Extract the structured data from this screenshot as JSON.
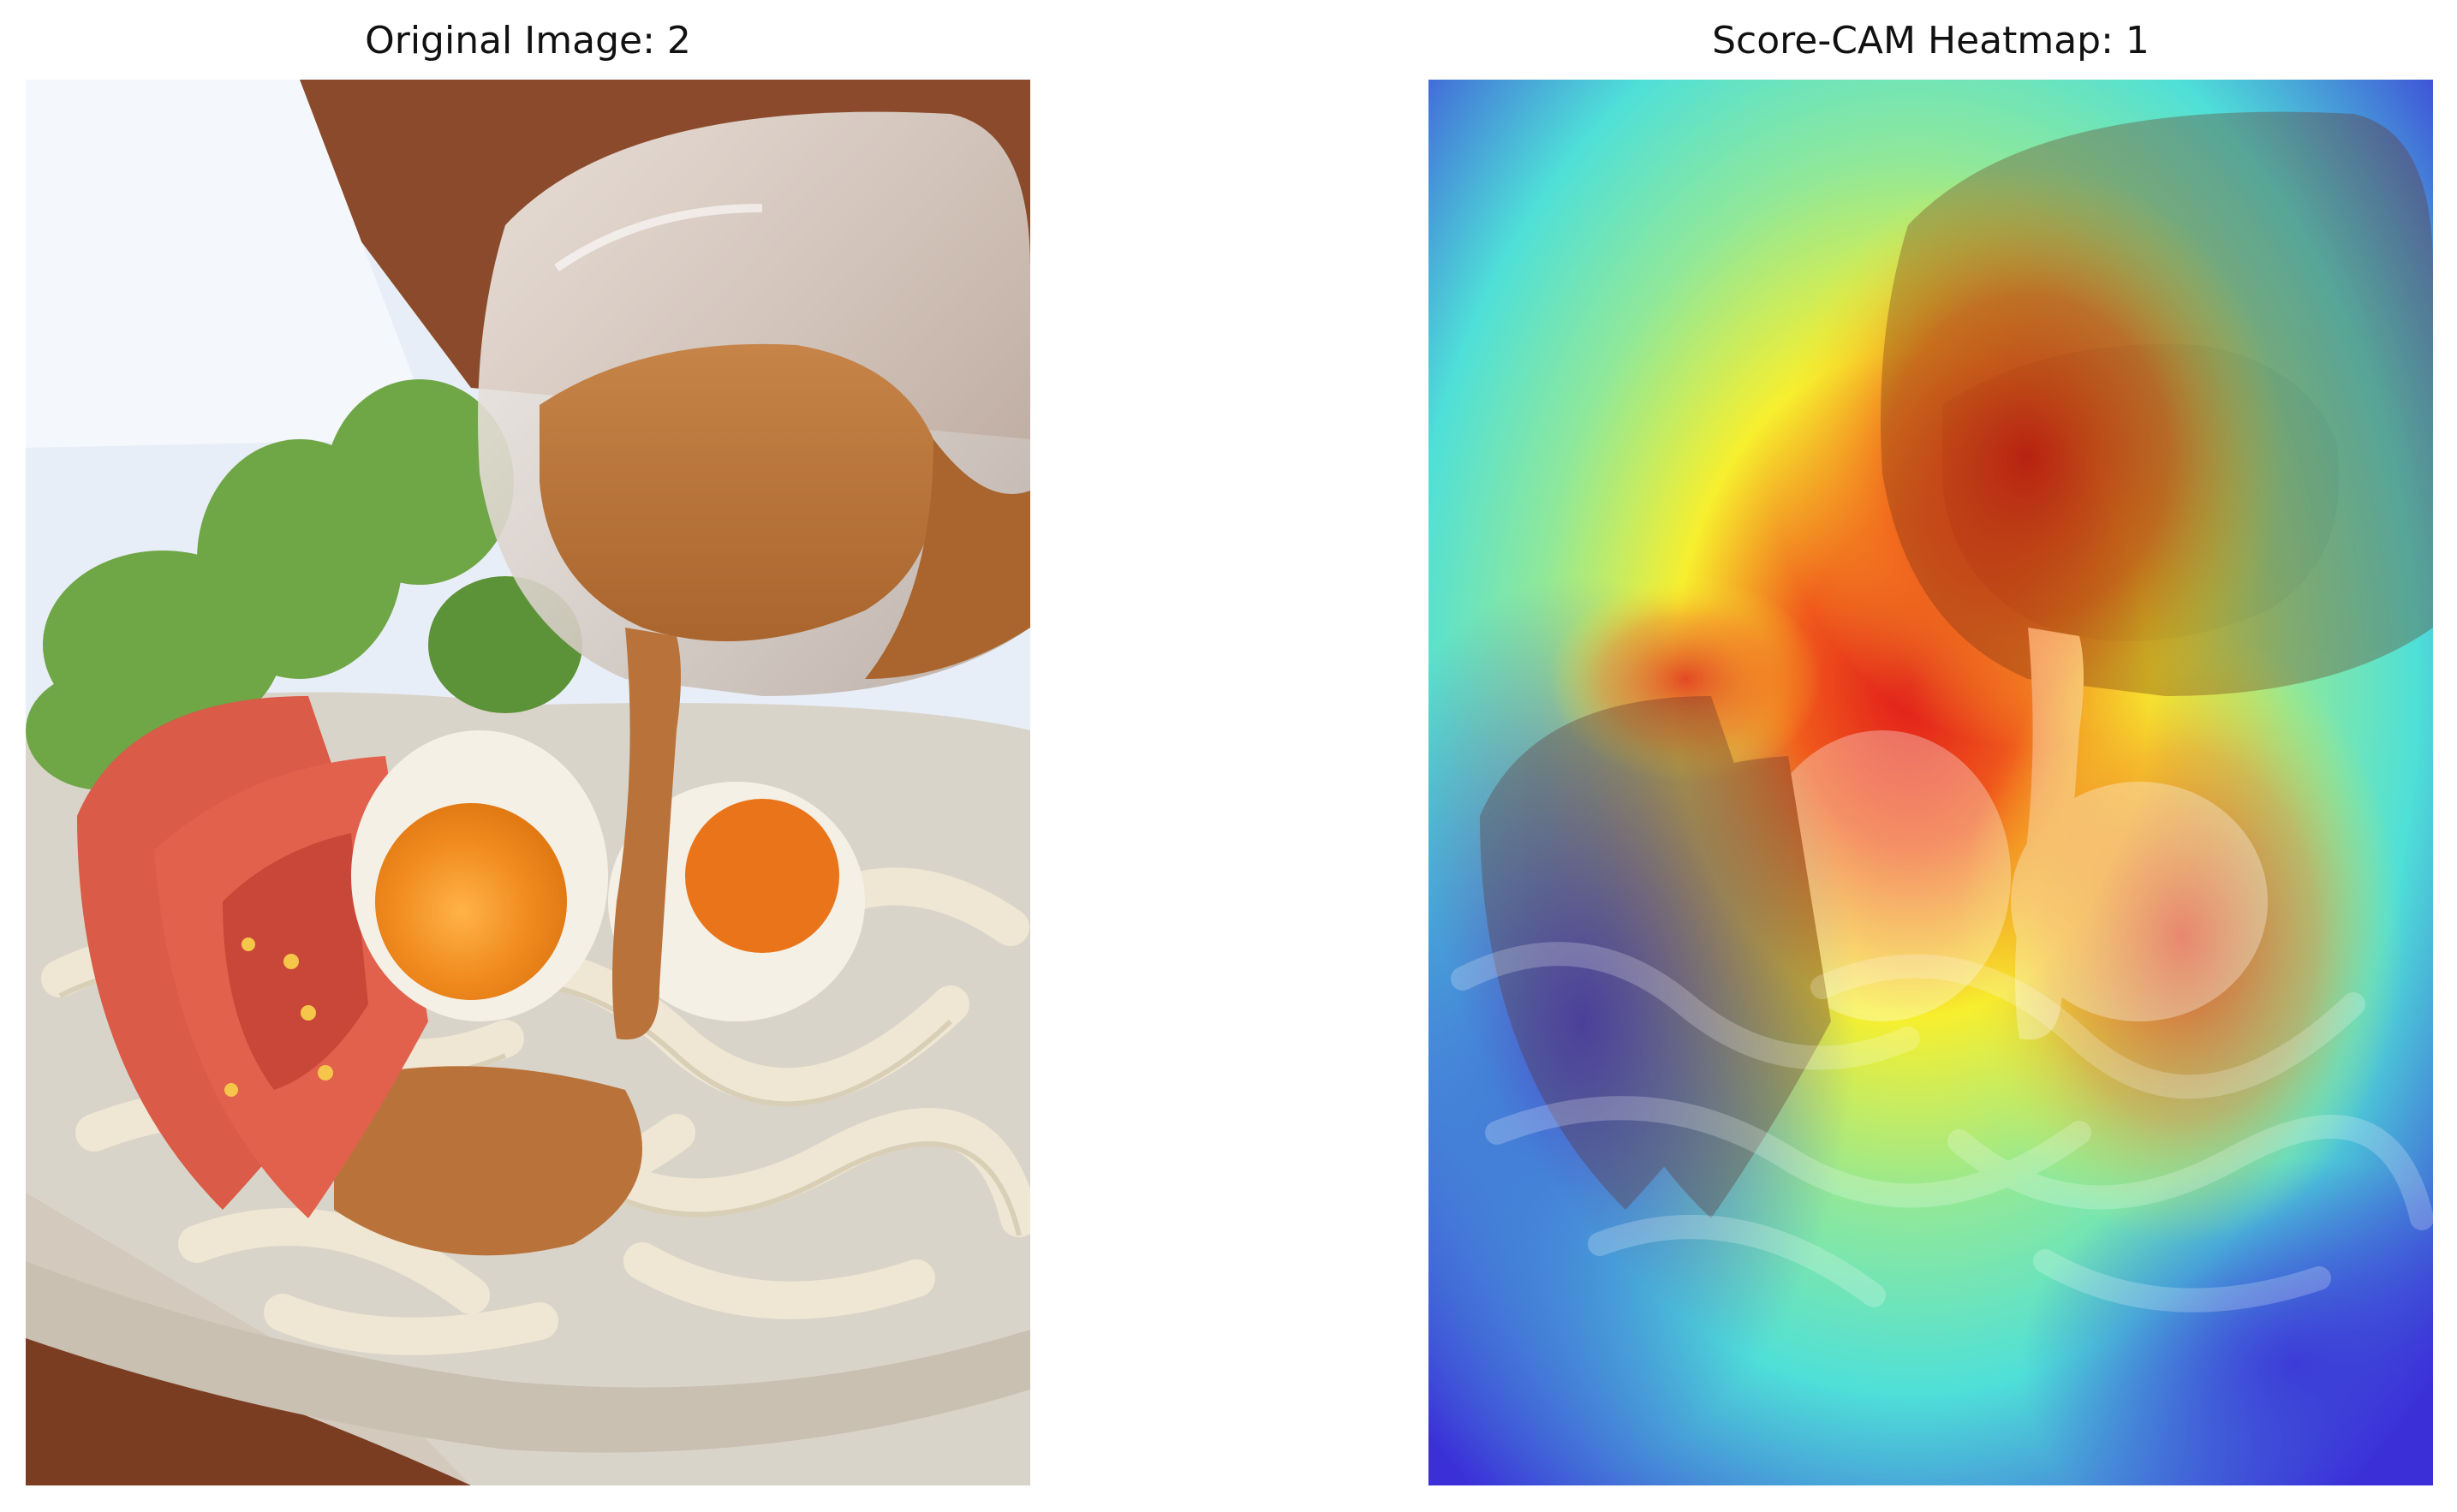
{
  "figure": {
    "left_panel": {
      "title": "Original Image: 2"
    },
    "right_panel": {
      "title": "Score-CAM Heatmap: 1"
    }
  },
  "photo_content": {
    "subject": "salad-noodles-with-dressing",
    "elements": [
      "glass-jar",
      "dressing-stream",
      "lettuce",
      "tomato-slices",
      "boiled-egg",
      "noodles",
      "glass-bowl"
    ]
  },
  "colors": {
    "background": "#ffffff",
    "title_text": "#111111",
    "tablecloth": "#e8eef7",
    "wood": "#8a4a2b",
    "noodle": "#efe7d4",
    "tomato": "#d95b48",
    "egg_white": "#f5f0e6",
    "yolk": "#f08a1e",
    "dressing": "#b9733a",
    "lettuce": "#6fa646",
    "glass": "#d8cfc8",
    "heat_low": "#3b2fd8",
    "heat_mid": "#4fe0d8",
    "heat_high_yellow": "#f7ef2e",
    "heat_peak": "#e11a1a"
  }
}
